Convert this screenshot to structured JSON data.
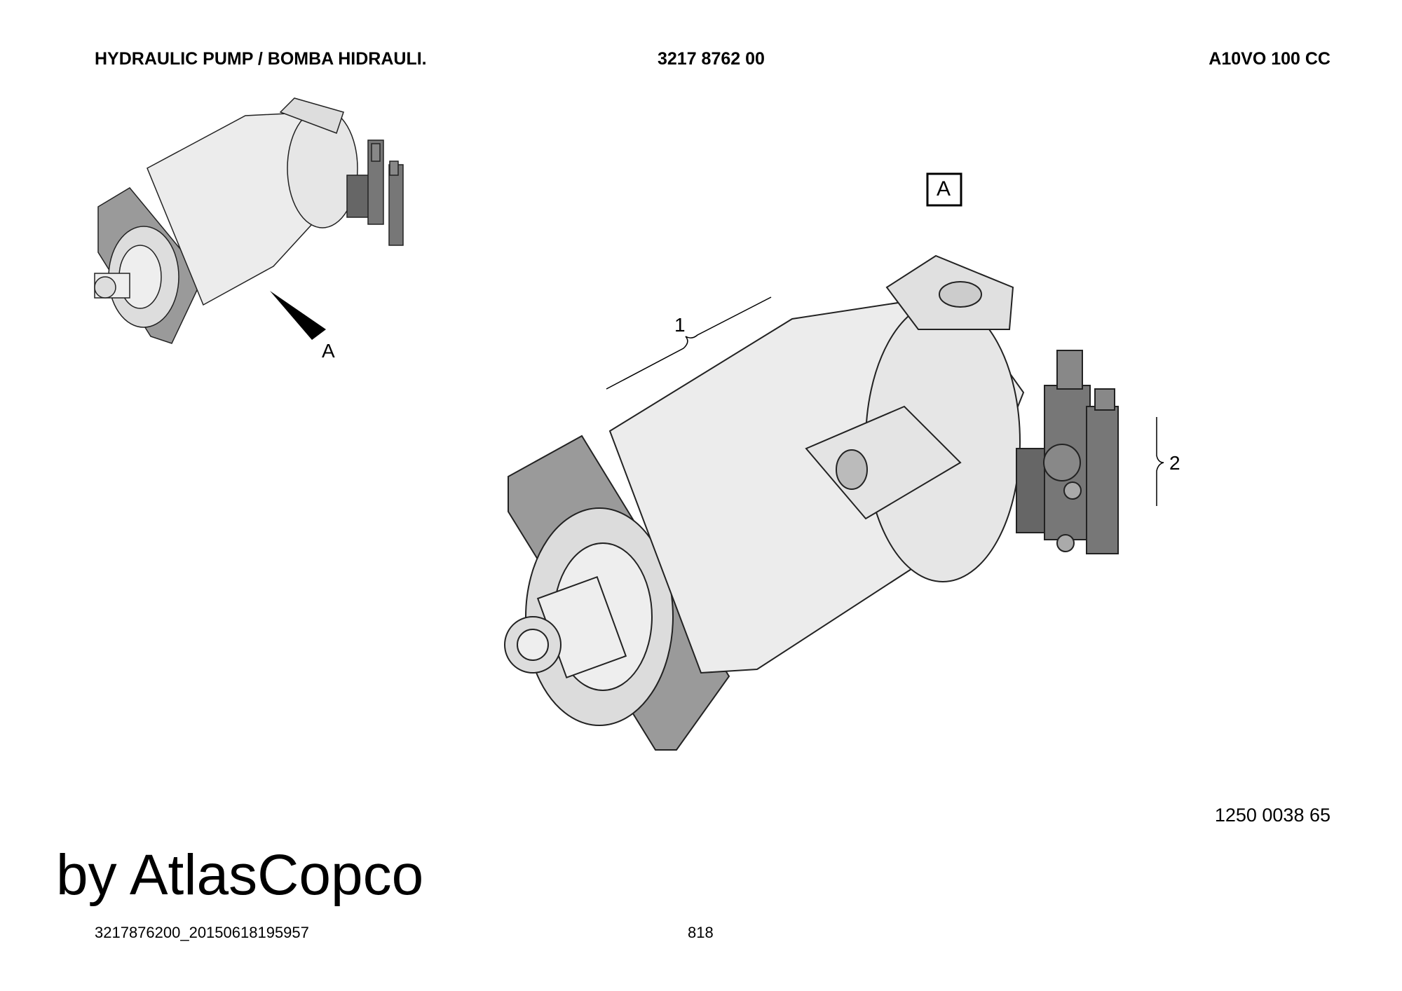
{
  "header": {
    "title": "HYDRAULIC PUMP / BOMBA HIDRAULI.",
    "part_number": "3217 8762 00",
    "model": "A10VO 100 CC"
  },
  "drawing": {
    "view_label_box": "A",
    "view_arrow_label": "A",
    "callouts": [
      "1",
      "2"
    ],
    "drawing_number": "1250 0038 65"
  },
  "footer": {
    "file_id": "3217876200_20150618195957",
    "page_number": "818",
    "watermark": "by AtlasCopco"
  }
}
